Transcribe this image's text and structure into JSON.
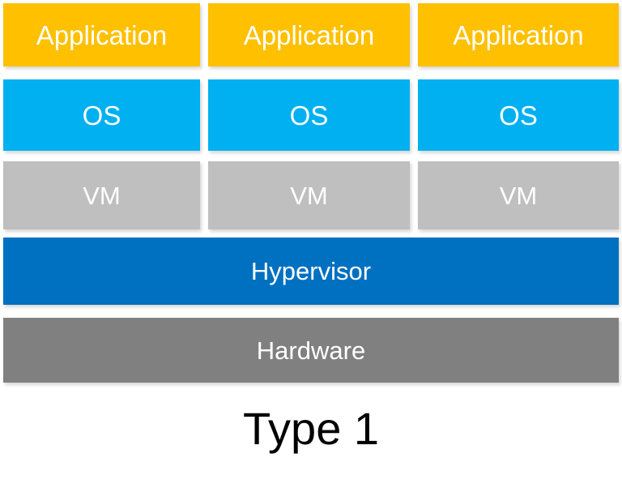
{
  "diagram": {
    "title": "Type 1",
    "caption": "Type 1",
    "background": "#ffffff",
    "columns": [
      {
        "application": "Application",
        "os": "OS",
        "vm": "VM"
      },
      {
        "application": "Application",
        "os": "OS",
        "vm": "VM"
      },
      {
        "application": "Application",
        "os": "OS",
        "vm": "VM"
      }
    ],
    "layers": {
      "hypervisor": "Hypervisor",
      "hardware": "Hardware"
    },
    "colors": {
      "application": "#ffc000",
      "os": "#00b0f0",
      "vm": "#bfbfbf",
      "hypervisor": "#0070c0",
      "hardware": "#808080",
      "label_text": "#ffffff",
      "caption_text": "#000000"
    }
  }
}
